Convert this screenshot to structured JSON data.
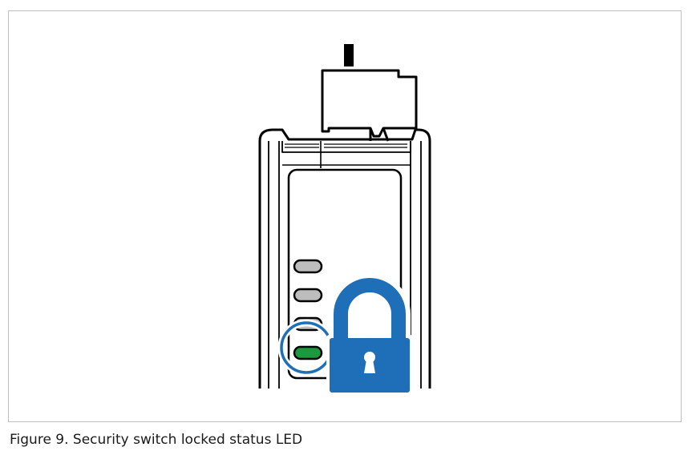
{
  "figure": {
    "caption": "Figure 9. Security switch locked status LED"
  },
  "leds": [
    {
      "state": "off",
      "color": "#bdbdbd"
    },
    {
      "state": "off",
      "color": "#bdbdbd"
    },
    {
      "state": "off",
      "color": "#bdbdbd"
    },
    {
      "state": "on",
      "color": "#1a9a3c"
    }
  ],
  "colors": {
    "accent": "#1f6fb8",
    "outline": "#000000"
  },
  "icons": {
    "lock": "padlock-locked-icon",
    "highlight": "highlight-circle-icon"
  }
}
